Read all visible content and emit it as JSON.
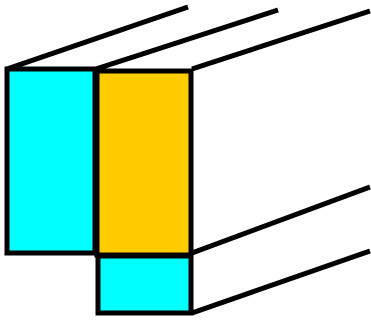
{
  "diagram": {
    "colors": {
      "background": "#ffffff",
      "outline": "#000000",
      "cyan_fill": "#00ffff",
      "orange_fill": "#ffcc00"
    },
    "blocks": [
      {
        "name": "left-cyan-block",
        "fill": "cyan_fill"
      },
      {
        "name": "orange-block",
        "fill": "orange_fill"
      },
      {
        "name": "lower-cyan-block",
        "fill": "cyan_fill"
      }
    ]
  }
}
